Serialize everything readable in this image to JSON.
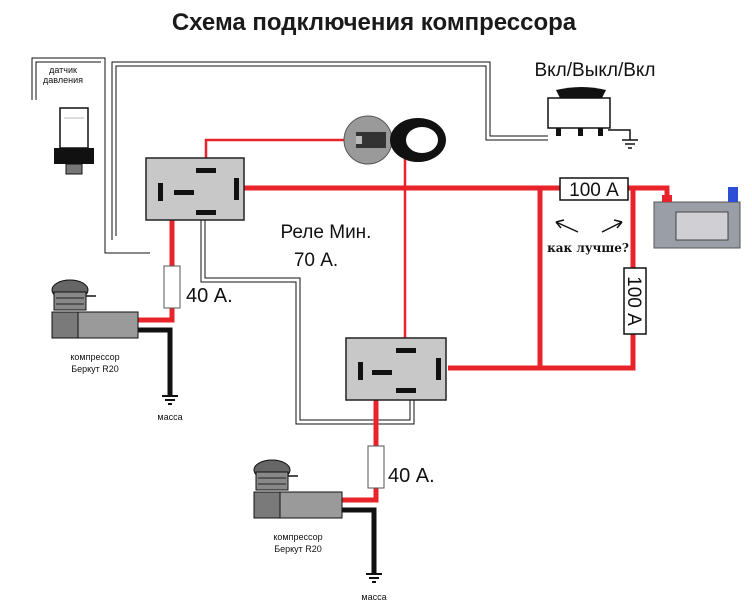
{
  "title": "Схема  подключения компрессора",
  "switch_label": "Вкл/Выкл/Вкл",
  "pressure_sensor_label": [
    "датчик",
    "давления"
  ],
  "relay_label": [
    "Реле Мин.",
    "70 А."
  ],
  "fuse_top_label": "100 А",
  "fuse_vertical_label": "100 А",
  "question_label": "как лучше?",
  "fuse1_label": "40 А.",
  "fuse2_label": "40 А.",
  "compressor1_label": [
    "компрессор",
    "Беркут R20"
  ],
  "compressor2_label": [
    "компрессор",
    "Беркут R20"
  ],
  "ground1_label": "масса",
  "ground2_label": "масса",
  "colors": {
    "power_wire": "#e8232a",
    "ground_wire": "#111111",
    "relay_body": "#c8c8c8",
    "battery_body": "#9a9ea6",
    "battery_terminal": "#2c4fd6"
  }
}
